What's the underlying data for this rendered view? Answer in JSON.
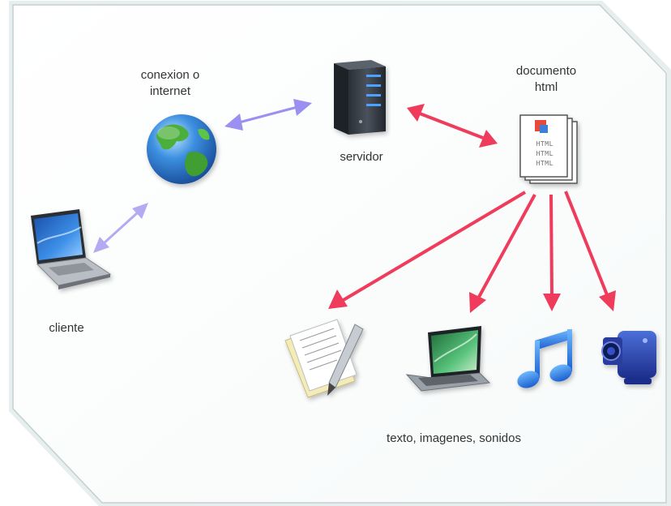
{
  "labels": {
    "internet": [
      "conexion o",
      "internet"
    ],
    "servidor": "servidor",
    "documento": [
      "documento",
      "html"
    ],
    "cliente": "cliente",
    "outputs": "texto, imagenes, sonidos",
    "doc_page_text": [
      "HTML",
      "HTML",
      "HTML"
    ]
  },
  "colors": {
    "frame_border": "#cfd8d8",
    "frame_bg": "#ffffff",
    "link_arrow": "#9b8ff0",
    "link_arrow_light": "#b4aaf2",
    "output_arrow": "#f03c5c",
    "globe_blue": "#2f7fd4",
    "globe_green": "#4caf3a"
  },
  "icons": {
    "client": "laptop-icon",
    "internet": "globe-icon",
    "server": "server-icon",
    "document": "html-documents-icon",
    "text": "text-document-pen-icon",
    "images": "laptop-screen-icon",
    "sounds": "music-note-icon",
    "video": "video-camera-icon"
  }
}
